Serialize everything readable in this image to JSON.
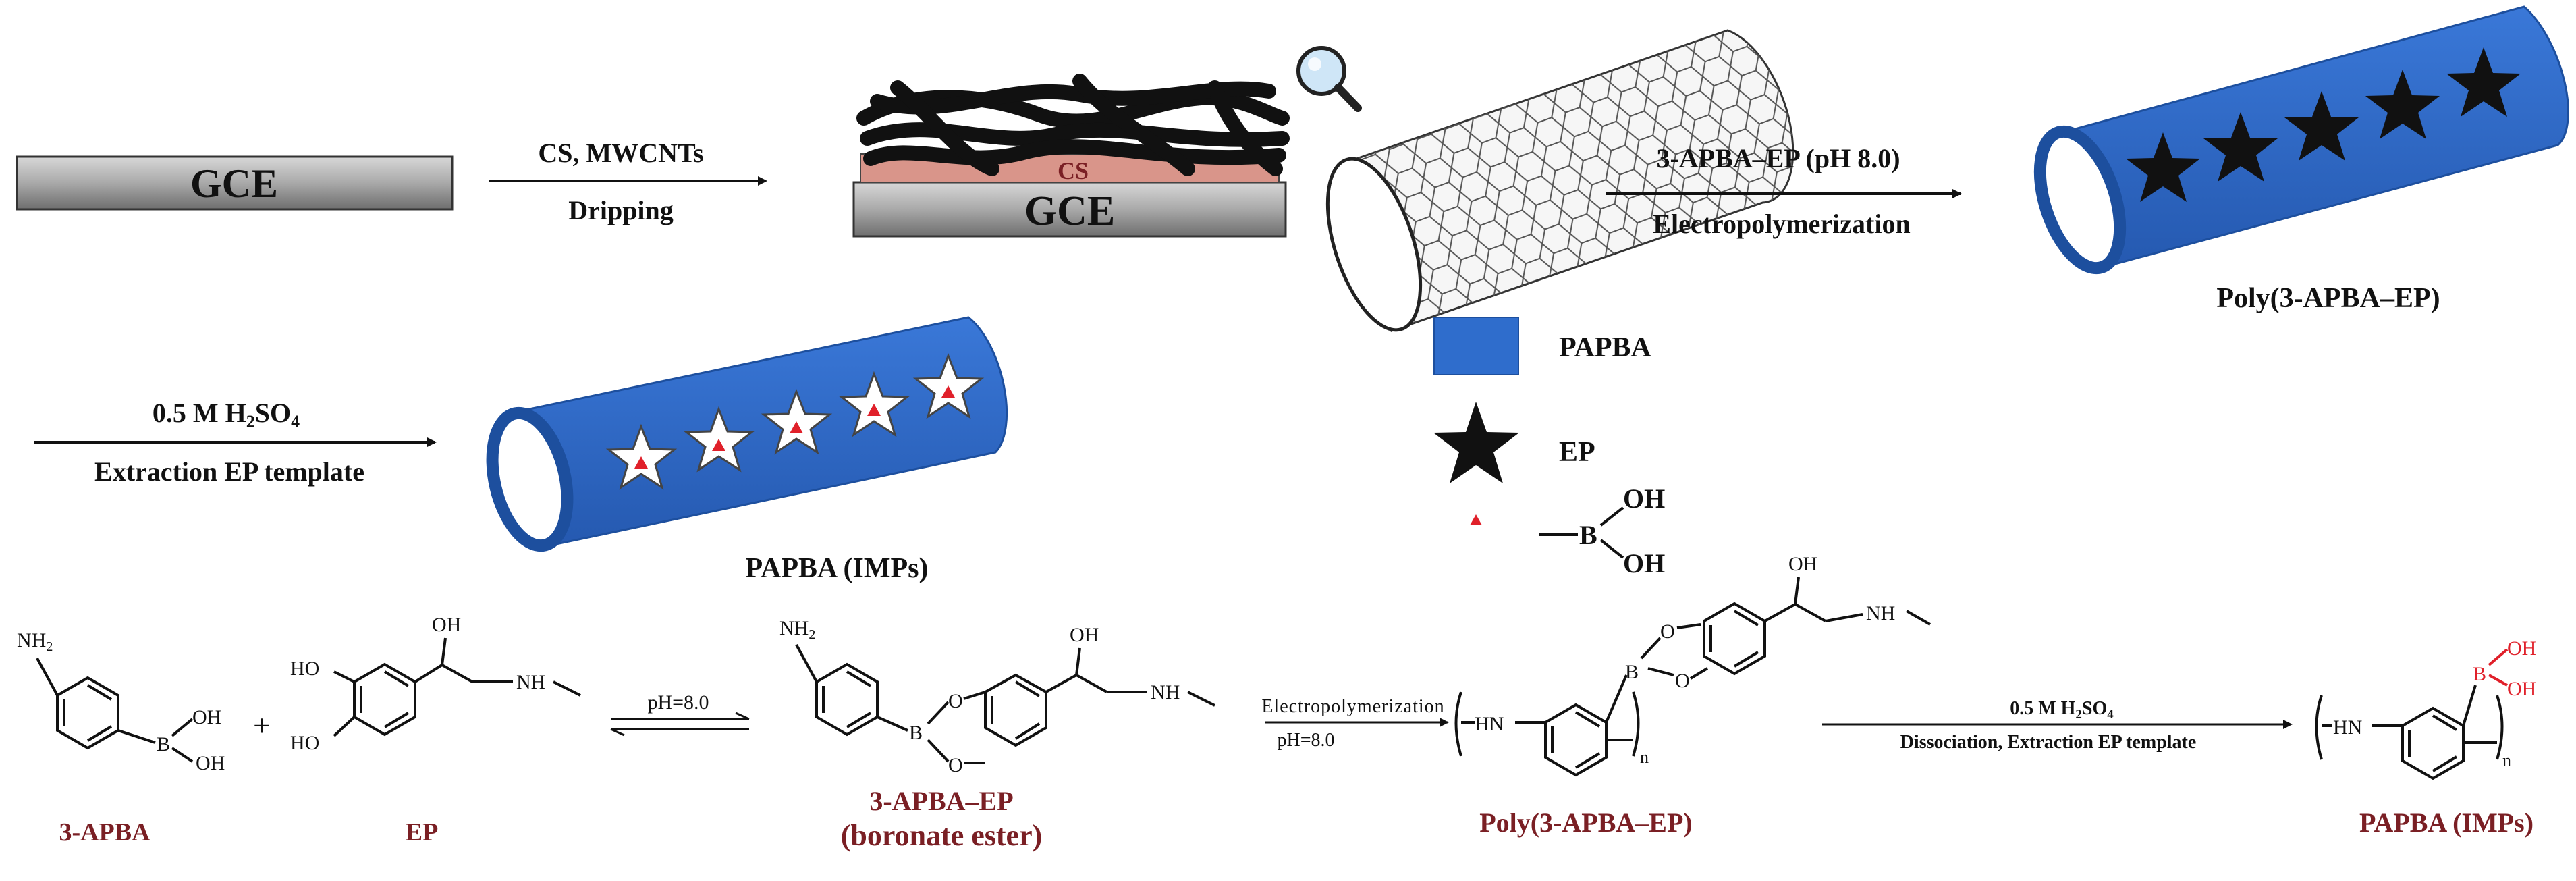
{
  "colors": {
    "papba_blue": "#2f6dcc",
    "papba_blue_dark": "#1d4f9e",
    "label_dark_red": "#7a1f24",
    "boronic_red": "#e0202a",
    "cs_pink": "#d9958a",
    "gce_gray": "#8c8c8c"
  },
  "row1": {
    "gce_label_1": "GCE",
    "step1_top": "CS, MWCNTs",
    "step1_bottom": "Dripping",
    "cs_label": "CS",
    "gce_label_2": "GCE",
    "step2_top": "3-APBA–EP (pH 8.0)",
    "step2_bottom": "Electropolymerization",
    "poly_label": "Poly(3-APBA–EP)",
    "magnifier_icon": "magnifier-icon"
  },
  "row2": {
    "step3_top": "0.5 M H",
    "step3_top_sub1": "2",
    "step3_top_mid": "SO",
    "step3_top_sub2": "4",
    "step3_bottom": "Extraction EP template",
    "imps_label": "PAPBA (IMPs)"
  },
  "legend": {
    "papba": "PAPBA",
    "ep": "EP",
    "oh_top": "OH",
    "oh_bottom": "OH",
    "boron": "B"
  },
  "scheme": {
    "apba_nh2": "NH",
    "apba_nh2_sub": "2",
    "apba_oh1": "OH",
    "apba_oh2": "OH",
    "apba_b": "B",
    "apba_label": "3-APBA",
    "plus": "+",
    "ep_ho1": "HO",
    "ep_ho2": "HO",
    "ep_oh": "OH",
    "ep_nh": "NH",
    "ep_label": "EP",
    "eq_label": "pH=8.0",
    "ester_nh2": "NH",
    "ester_nh2_sub": "2",
    "ester_b": "B",
    "ester_o1": "O",
    "ester_o2": "O",
    "ester_oh": "OH",
    "ester_nh": "NH",
    "ester_label": "3-APBA–EP",
    "ester_label2": "(boronate ester)",
    "arrow3_top": "Electropolymerization",
    "arrow3_bottom": "pH=8.0",
    "poly_hn": "HN",
    "poly_n": "n",
    "poly_b": "B",
    "poly_o1": "O",
    "poly_o2": "O",
    "poly_oh": "OH",
    "poly_nh": "NH",
    "poly_label": "Poly(3-APBA–EP)",
    "arrow4_top": "0.5 M H",
    "arrow4_top_sub1": "2",
    "arrow4_top_mid": "SO",
    "arrow4_top_sub2": "4",
    "arrow4_bottom": "Dissociation, Extraction EP template",
    "imps_hn": "HN",
    "imps_n": "n",
    "imps_b": "B",
    "imps_oh1": "OH",
    "imps_oh2": "OH",
    "imps_label": "PAPBA (IMPs)"
  }
}
